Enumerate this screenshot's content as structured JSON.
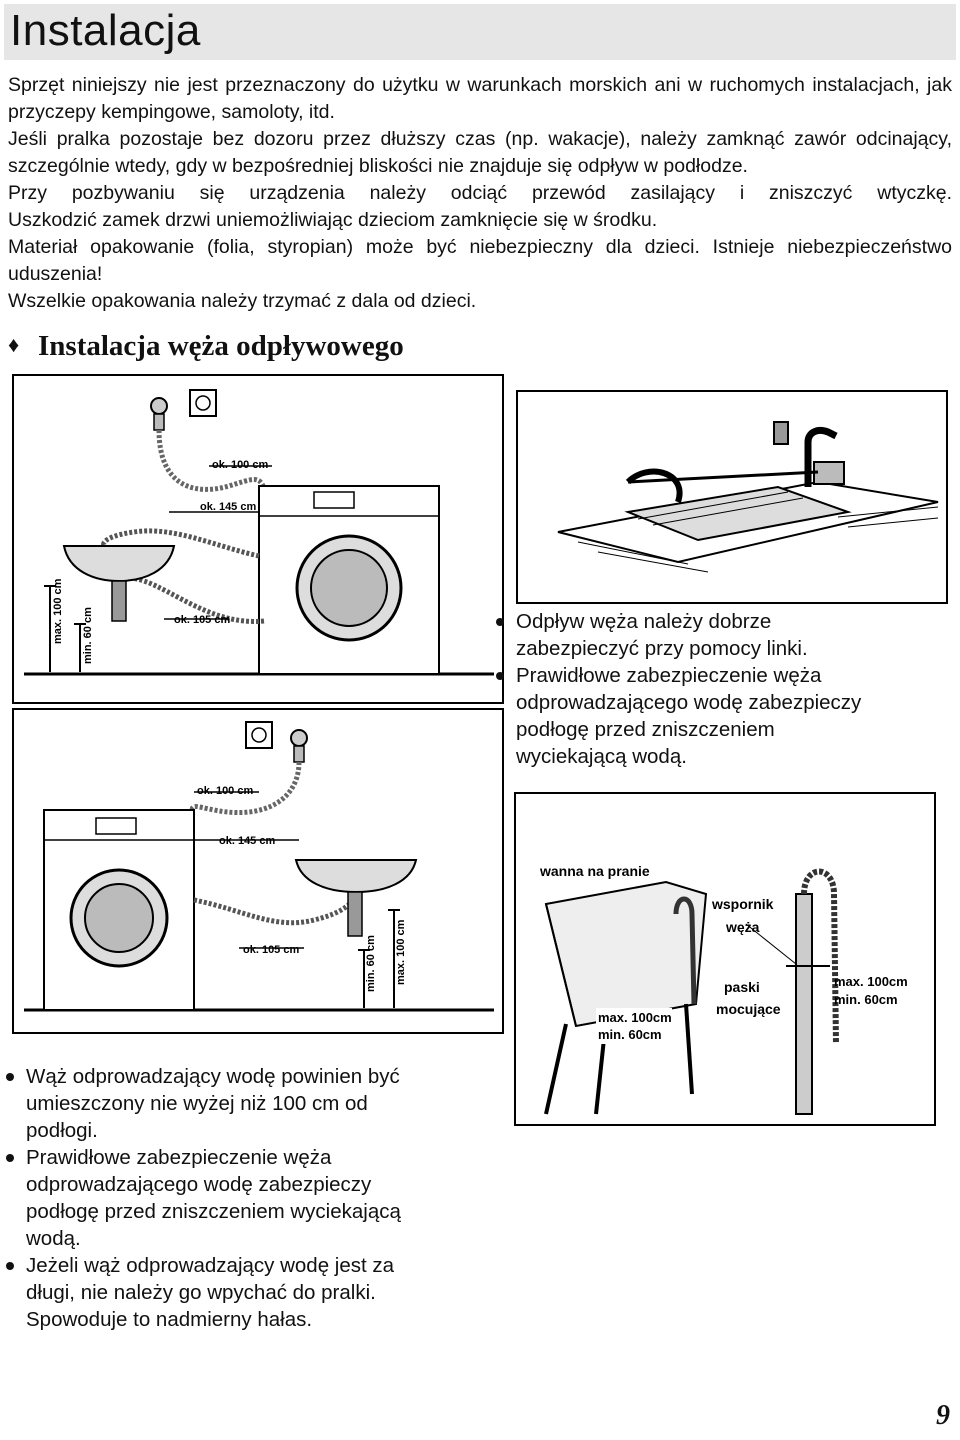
{
  "page": {
    "title": "Instalacja",
    "number": "9"
  },
  "intro": [
    "Sprzęt niniejszy nie jest przeznaczony do użytku w warunkach morskich ani w ruchomych instalacjach, jak przyczepy kempingowe, samoloty, itd.",
    "Jeśli pralka pozostaje bez dozoru przez dłuższy czas (np. wakacje), należy zamknąć zawór odcinający, szczególnie wtedy, gdy w bezpośredniej bliskości nie znajduje się odpływ w podłodze.",
    "Przy pozbywaniu się urządzenia należy odciąć przewód zasilający i zniszczyć wtyczkę.",
    "Uszkodzić zamek drzwi uniemożliwiając dzieciom zamknięcie się w środku.",
    "Materiał opakowanie (folia, styropian) może być niebezpieczny dla dzieci. Istnieje niebezpieczeństwo uduszenia!",
    "Wszelkie opakowania należy trzymać z dala od dzieci."
  ],
  "section": {
    "heading": "Instalacja węża odpływowego"
  },
  "figure1": {
    "labels": {
      "ok100": "ok. 100 cm",
      "ok145": "ok. 145 cm",
      "ok105": "ok. 105 cm",
      "max100": "max. 100 cm",
      "min60": "min. 60 cm"
    }
  },
  "figure3": {
    "labels": {
      "ok100": "ok. 100 cm",
      "ok145": "ok. 145 cm",
      "ok105": "ok. 105 cm",
      "min60": "min. 60 cm",
      "max100": "max. 100 cm"
    }
  },
  "figure4": {
    "labels": {
      "tub": "wanna na pranie",
      "support1": "wspornik",
      "support2": "węża",
      "straps1": "paski",
      "straps2": "mocujące",
      "max_right": "max. 100cm",
      "min_right": "min. 60cm",
      "max_center": "max. 100cm",
      "min_center": "min. 60cm"
    }
  },
  "bullets_right": [
    "Odpływ węża należy dobrze zabezpieczyć przy pomocy linki.",
    "Prawidłowe zabezpieczenie węża odprowadzającego wodę zabezpieczy podłogę przed zniszczeniem wyciekającą wodą."
  ],
  "bullets_left": [
    "Wąż odprowadzający wodę powinien być umieszczony nie wyżej niż 100 cm od podłogi.",
    "Prawidłowe zabezpieczenie węża odprowadzającego wodę zabezpieczy podłogę przed zniszczeniem wyciekającą wodą.",
    "Jeżeli wąż odprowadzający wodę jest za długi, nie należy go wpychać do pralki. Spowoduje to nadmierny hałas."
  ]
}
